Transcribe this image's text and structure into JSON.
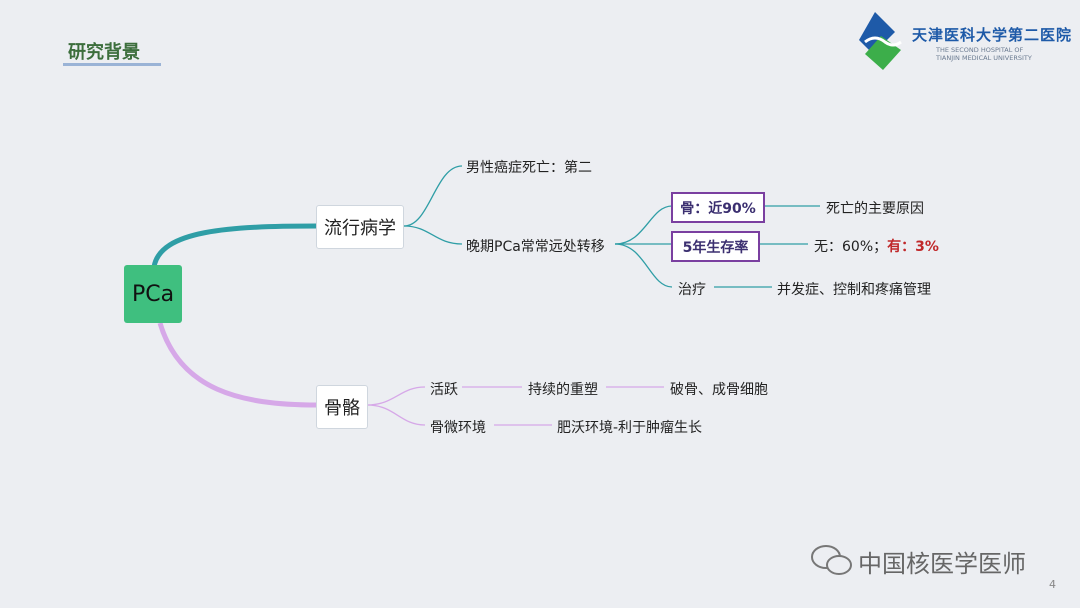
{
  "header": {
    "title": "研究背景"
  },
  "logo": {
    "name_cn": "天津医科大学第二医院",
    "name_en_1": "THE SECOND HOSPITAL OF",
    "name_en_2": "TIANJIN MEDICAL UNIVERSITY"
  },
  "mindmap": {
    "root": "PCa",
    "branch1": {
      "label": "流行病学",
      "child1": "男性癌症死亡：第二",
      "child2": "晚期PCa常常远处转移",
      "sub1": {
        "label": "骨：近90%",
        "leaf": "死亡的主要原因"
      },
      "sub2": {
        "label": "5年生存率",
        "leaf_a": "无：60%；",
        "leaf_b": "有：3%"
      },
      "sub3": {
        "label": "治疗",
        "leaf": "并发症、控制和疼痛管理"
      }
    },
    "branch2": {
      "label": "骨骼",
      "child1": {
        "label": "活跃",
        "mid": "持续的重塑",
        "leaf": "破骨、成骨细胞"
      },
      "child2": {
        "label": "骨微环境",
        "leaf": "肥沃环境-利于肿瘤生长"
      }
    }
  },
  "watermark": "中国核医学医师",
  "page_number": "4",
  "colors": {
    "teal": "#2f9ea6",
    "purple": "#d6a8e8",
    "box": "#7a3fa0",
    "red": "#c0282a",
    "root": "#3fbf7f"
  }
}
